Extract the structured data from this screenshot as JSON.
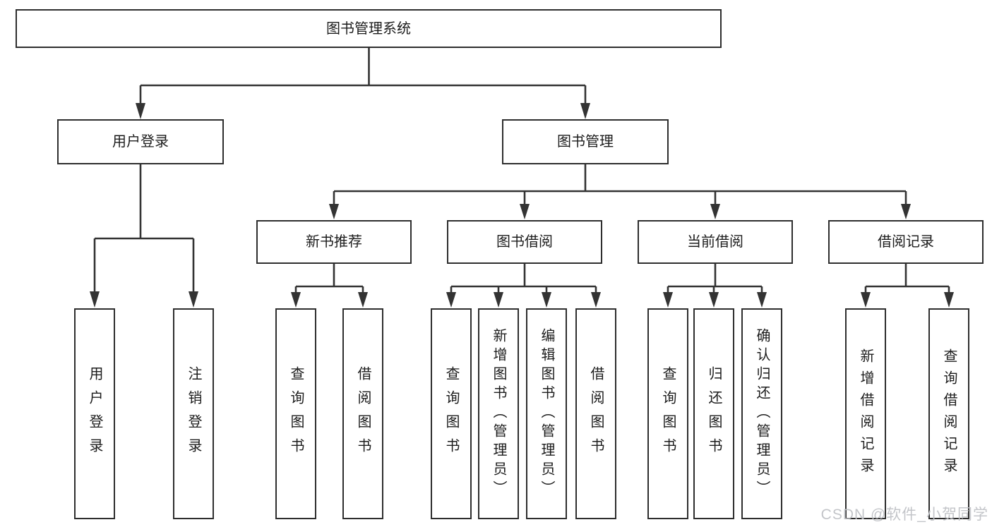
{
  "tree": {
    "root": "图书管理系统",
    "branches": [
      {
        "label": "用户登录",
        "children": [
          "用户登录",
          "注销登录"
        ]
      },
      {
        "label": "图书管理",
        "children": [
          {
            "label": "新书推荐",
            "children": [
              "查询图书",
              "借阅图书"
            ]
          },
          {
            "label": "图书借阅",
            "children": [
              "查询图书",
              "新增图书（管理员）",
              "编辑图书（管理员）",
              "借阅图书"
            ]
          },
          {
            "label": "当前借阅",
            "children": [
              "查询图书",
              "归还图书",
              "确认归还（管理员）"
            ]
          },
          {
            "label": "借阅记录",
            "children": [
              "新增借阅记录",
              "查询借阅记录"
            ]
          }
        ]
      }
    ]
  },
  "watermark": {
    "text": "CSDN @软件_小贺同学"
  },
  "colors": {
    "line": "#333333",
    "box_border": "#2e2e2e",
    "text": "#1c1c1c",
    "background": "#ffffff",
    "watermark": "#c0c2c6"
  }
}
